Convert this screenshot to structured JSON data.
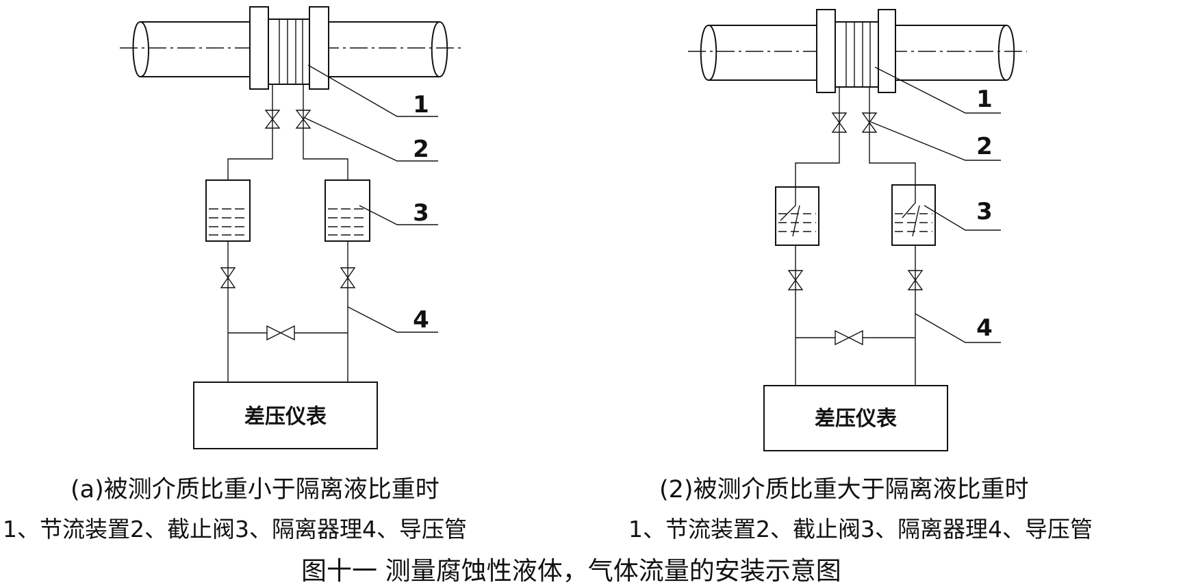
{
  "panel_a": {
    "meter_label": "差压仪表",
    "labels": [
      "1",
      "2",
      "3",
      "4"
    ],
    "subtitle": "(a)被测介质比重小于隔离液比重时",
    "legend": "1、节流装置2、截止阀3、隔离器理4、导压管"
  },
  "panel_b": {
    "meter_label": "差压仪表",
    "labels": [
      "1",
      "2",
      "3",
      "4"
    ],
    "subtitle": "(2)被测介质比重大于隔离液比重时",
    "legend": "1、节流装置2、截止阀3、隔离器理4、导压管"
  },
  "figure_caption": "图十一 测量腐蚀性液体，气体流量的安装示意图"
}
